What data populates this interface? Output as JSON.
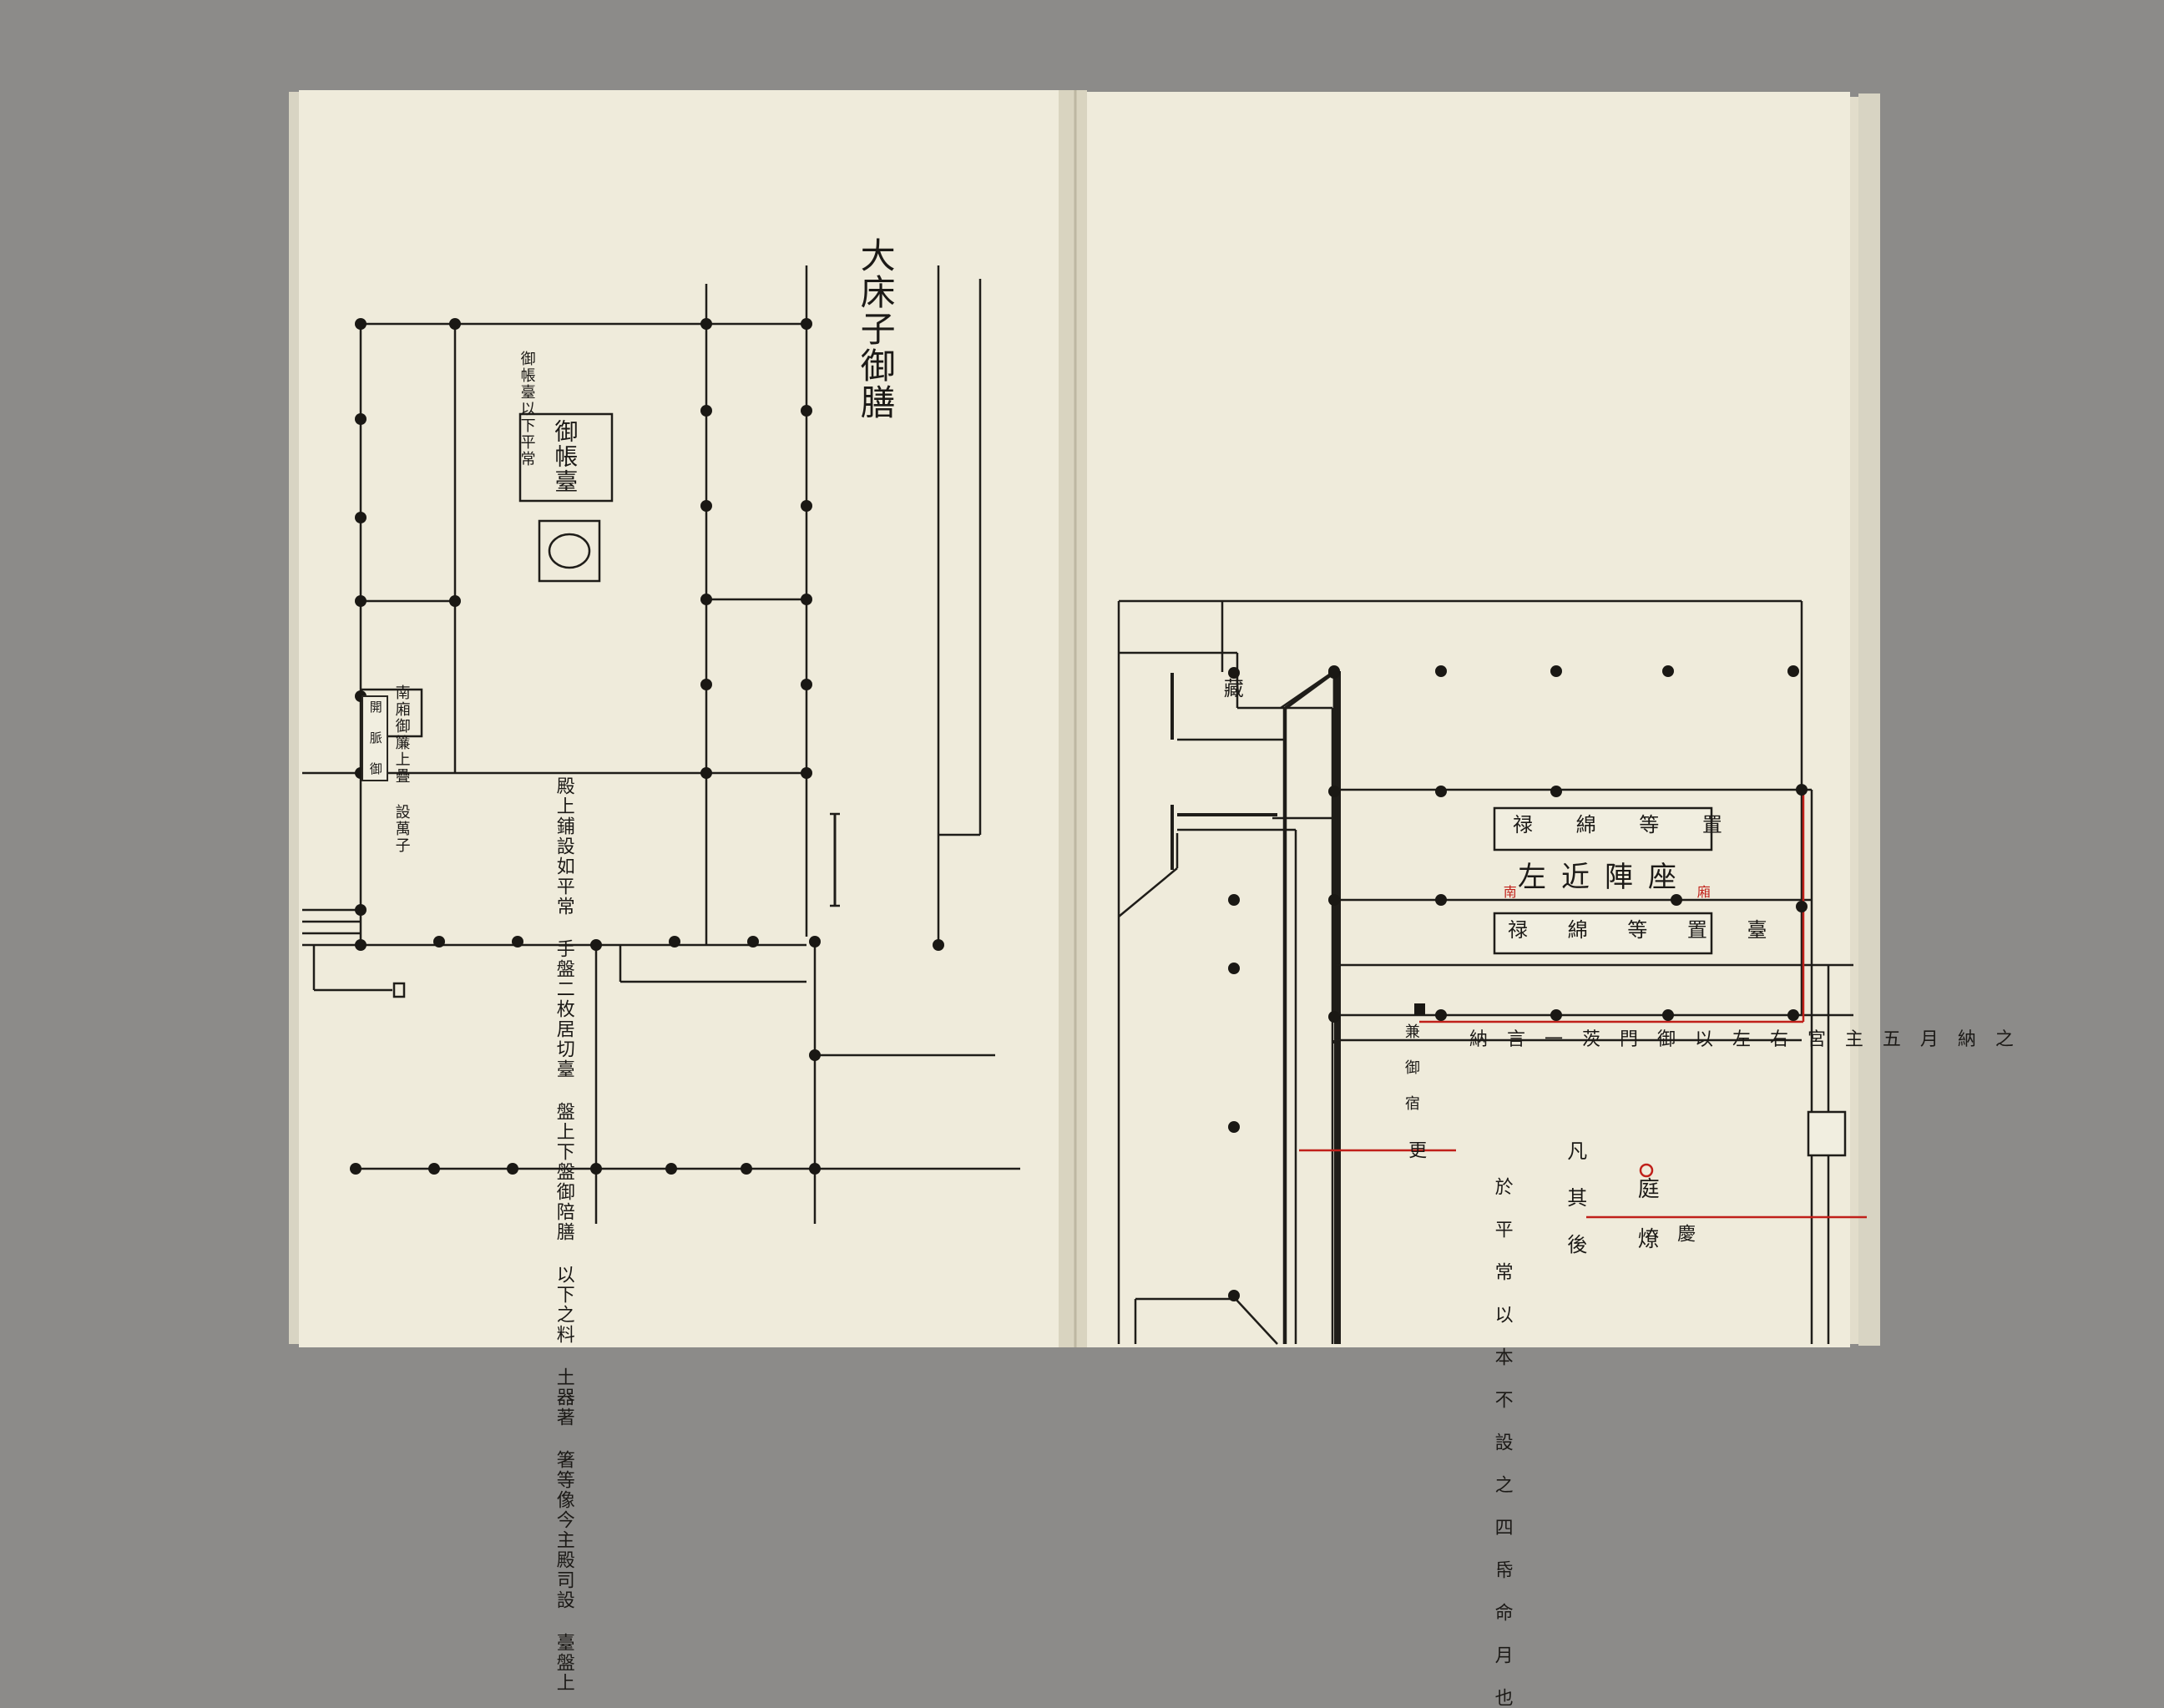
{
  "colors": {
    "paper": "#efebdb",
    "ink": "#1c1a17",
    "red_ink": "#c0201a",
    "backdrop": "#8c8b89"
  },
  "left_page": {
    "heading": "大床子御膳",
    "labels": {
      "goshodai": "御帳臺",
      "goshodai_note": "御帳臺以下平常",
      "hirashiki": "開 脈 御",
      "minami_note": "南廂御簾上疊 設萬子",
      "den_note": "殿上鋪設如平常 手盤二枚居切臺 盤上下盤御陪膳 以下之料 土器著 箸等像今主殿司設 臺盤上"
    }
  },
  "right_page": {
    "labels": {
      "kura": "藏",
      "saigon_jin": "左近陣座",
      "rokuyo_upper": "禄 綿 等 置",
      "rokuyo_lower": "禄 綿 等 置 臺",
      "red_small_1": "南",
      "red_small_2": "廂",
      "row_note": "納 言 一 茨 門 御 以 左 右 宮 主 五 月 納 之",
      "side_note_left": "兼 御 宿",
      "ten_note": "凡 其 後",
      "long_note": "於 平 常 以 本 不 設 之 四 帋 命 月 也",
      "hitaki": "庭 燎",
      "mark_1": "更",
      "mark_2": "慶"
    }
  }
}
